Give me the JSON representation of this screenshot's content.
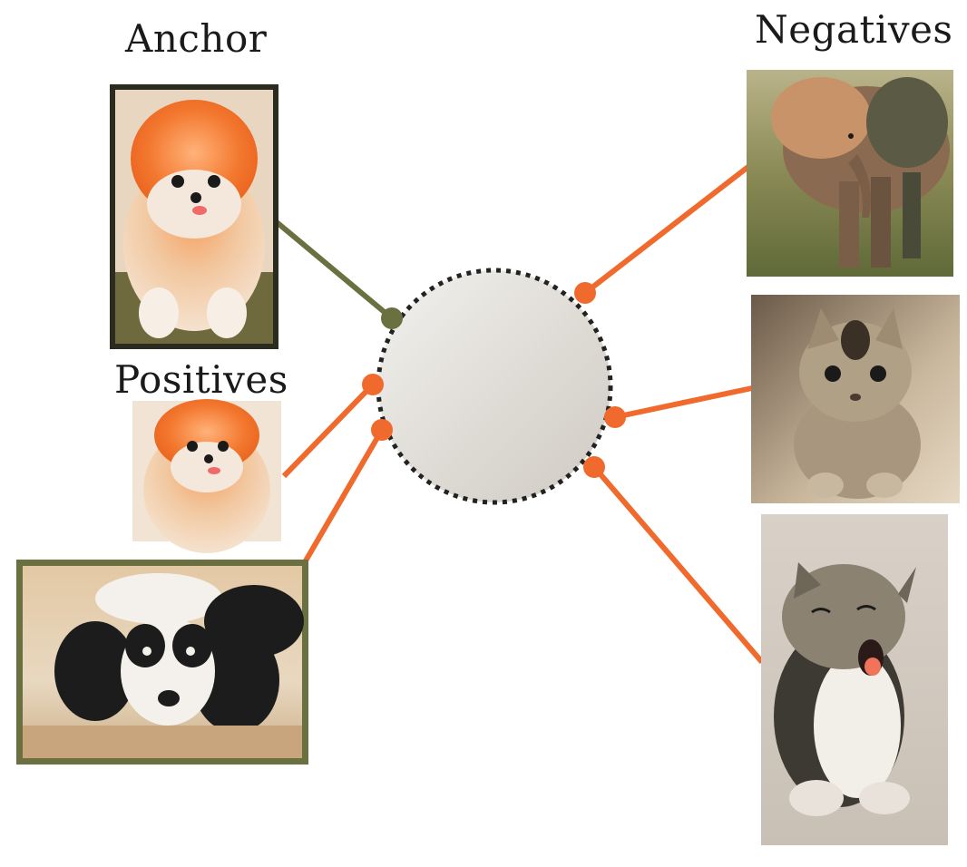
{
  "labels": {
    "anchor": "Anchor",
    "positives": "Positives",
    "negatives": "Negatives"
  },
  "images": {
    "anchor": "pomeranian-dog-photo",
    "positive_1": "pomeranian-dog-photo",
    "positive_2": "spaniel-dog-photo",
    "negative_1": "elephant-photo",
    "negative_2": "kitten-photo",
    "negative_3": "yawning-kitten-photo"
  },
  "colors": {
    "anchor_link": "#6b7040",
    "positive_link": "#ef6a2c",
    "negative_link": "#ef6a2c",
    "frame_dark": "#2b2b1f",
    "frame_olive": "#6b7040",
    "circle_fill": "#dedad3",
    "circle_border": "#222222"
  }
}
